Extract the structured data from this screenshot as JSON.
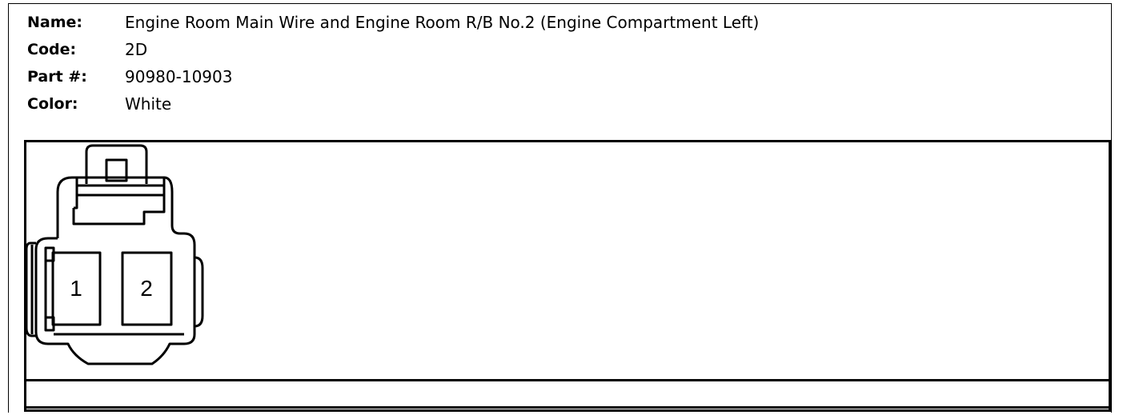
{
  "info": {
    "name_label": "Name:",
    "name_value": "Engine Room Main Wire and Engine Room R/B No.2 (Engine Compartment Left)",
    "code_label": "Code:",
    "code_value": "2D",
    "part_label": "Part #:",
    "part_value": "90980-10903",
    "color_label": "Color:",
    "color_value": "White"
  },
  "connector": {
    "pins": [
      "1",
      "2"
    ]
  }
}
